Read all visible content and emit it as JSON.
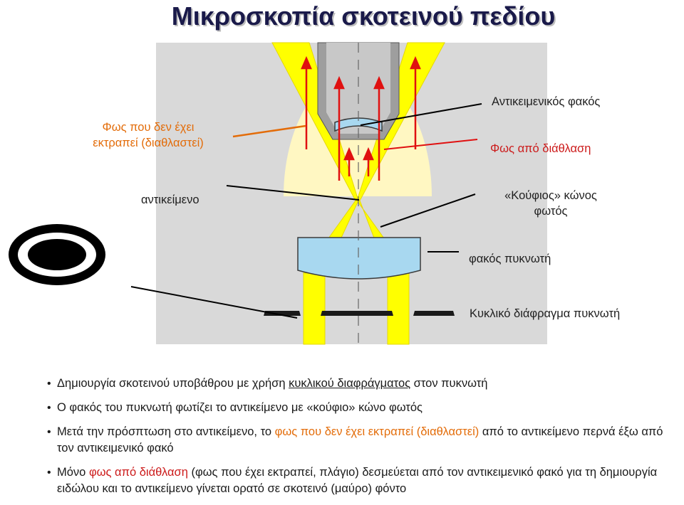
{
  "title": "Μικροσκοπία σκοτεινού πεδίου",
  "labels": {
    "unscattered_light_line1": "Φως που δεν έχει",
    "unscattered_light_line2": "εκτραπεί (διαθλαστεί)",
    "objective_lens": "Αντικειμενικός φακός",
    "diffracted_light": "Φως από διάθλαση",
    "specimen": "αντικείμενο",
    "hollow_cone_line1": "«Κούφιος» κώνος",
    "hollow_cone_line2": "φωτός",
    "condenser_lens": "φακός πυκνωτή",
    "condenser_stop": "Κυκλικό διάφραγμα πυκνωτή"
  },
  "bullets": [
    {
      "parts": [
        {
          "text": "Δημιουργία σκοτεινού υποβάθρου με χρήση ",
          "style": "plain"
        },
        {
          "text": "κυκλικού διαφράγματος",
          "style": "underline"
        },
        {
          "text": " στον πυκνωτή",
          "style": "plain"
        }
      ]
    },
    {
      "parts": [
        {
          "text": "Ο φακός του πυκνωτή φωτίζει το αντικείμενο με «κούφιο» κώνο φωτός",
          "style": "plain"
        }
      ]
    },
    {
      "parts": [
        {
          "text": "Μετά την πρόσπτωση στο αντικείμενο, το ",
          "style": "plain"
        },
        {
          "text": "φως που δεν έχει εκτραπεί (διαθλαστεί)",
          "style": "orange"
        },
        {
          "text": " από το αντικείμενο περνά έξω από τον αντικειμενικό φακό",
          "style": "plain"
        }
      ]
    },
    {
      "parts": [
        {
          "text": "Μόνο ",
          "style": "plain"
        },
        {
          "text": "φως από διάθλαση",
          "style": "red"
        },
        {
          "text": " (φως που έχει εκτραπεί, πλάγιο) δεσμεύεται από τον αντικειμενικό φακό για τη δημιουργία ειδώλου και το αντικείμενο γίνεται ορατό σε σκοτεινό (μαύρο) φόντο",
          "style": "plain"
        }
      ]
    }
  ],
  "colors": {
    "beam_yellow": "#ffff00",
    "beam_edge": "#e6d800",
    "lens_blue": "#a8d8f0",
    "grey_panel": "#d9d9d9",
    "glow": "#fff7c2",
    "objective_grey": "#9e9e9e",
    "arrow_red": "#e01010",
    "orange": "#e36c09",
    "red_text": "#cc1a1a"
  }
}
